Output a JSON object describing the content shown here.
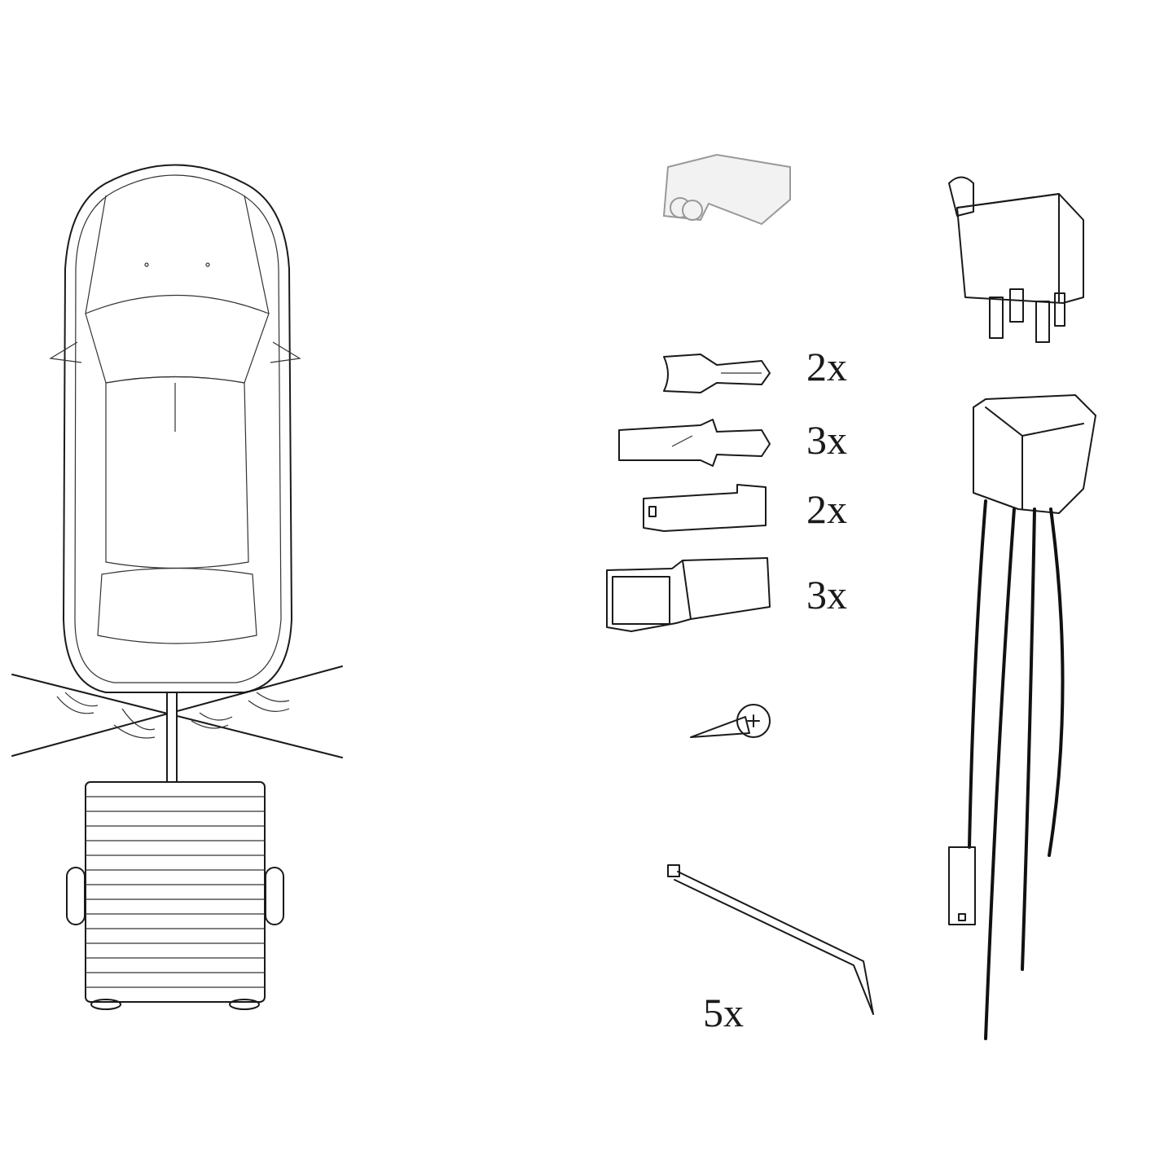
{
  "quantities": {
    "female_spade_connector": "2x",
    "male_spade_connector": "3x",
    "single_housing_connector": "2x",
    "double_housing_connector": "3x",
    "cable_tie": "5x"
  },
  "colors": {
    "line": "#1a1a1a",
    "background": "#ffffff",
    "scotchlok": "#999999"
  }
}
